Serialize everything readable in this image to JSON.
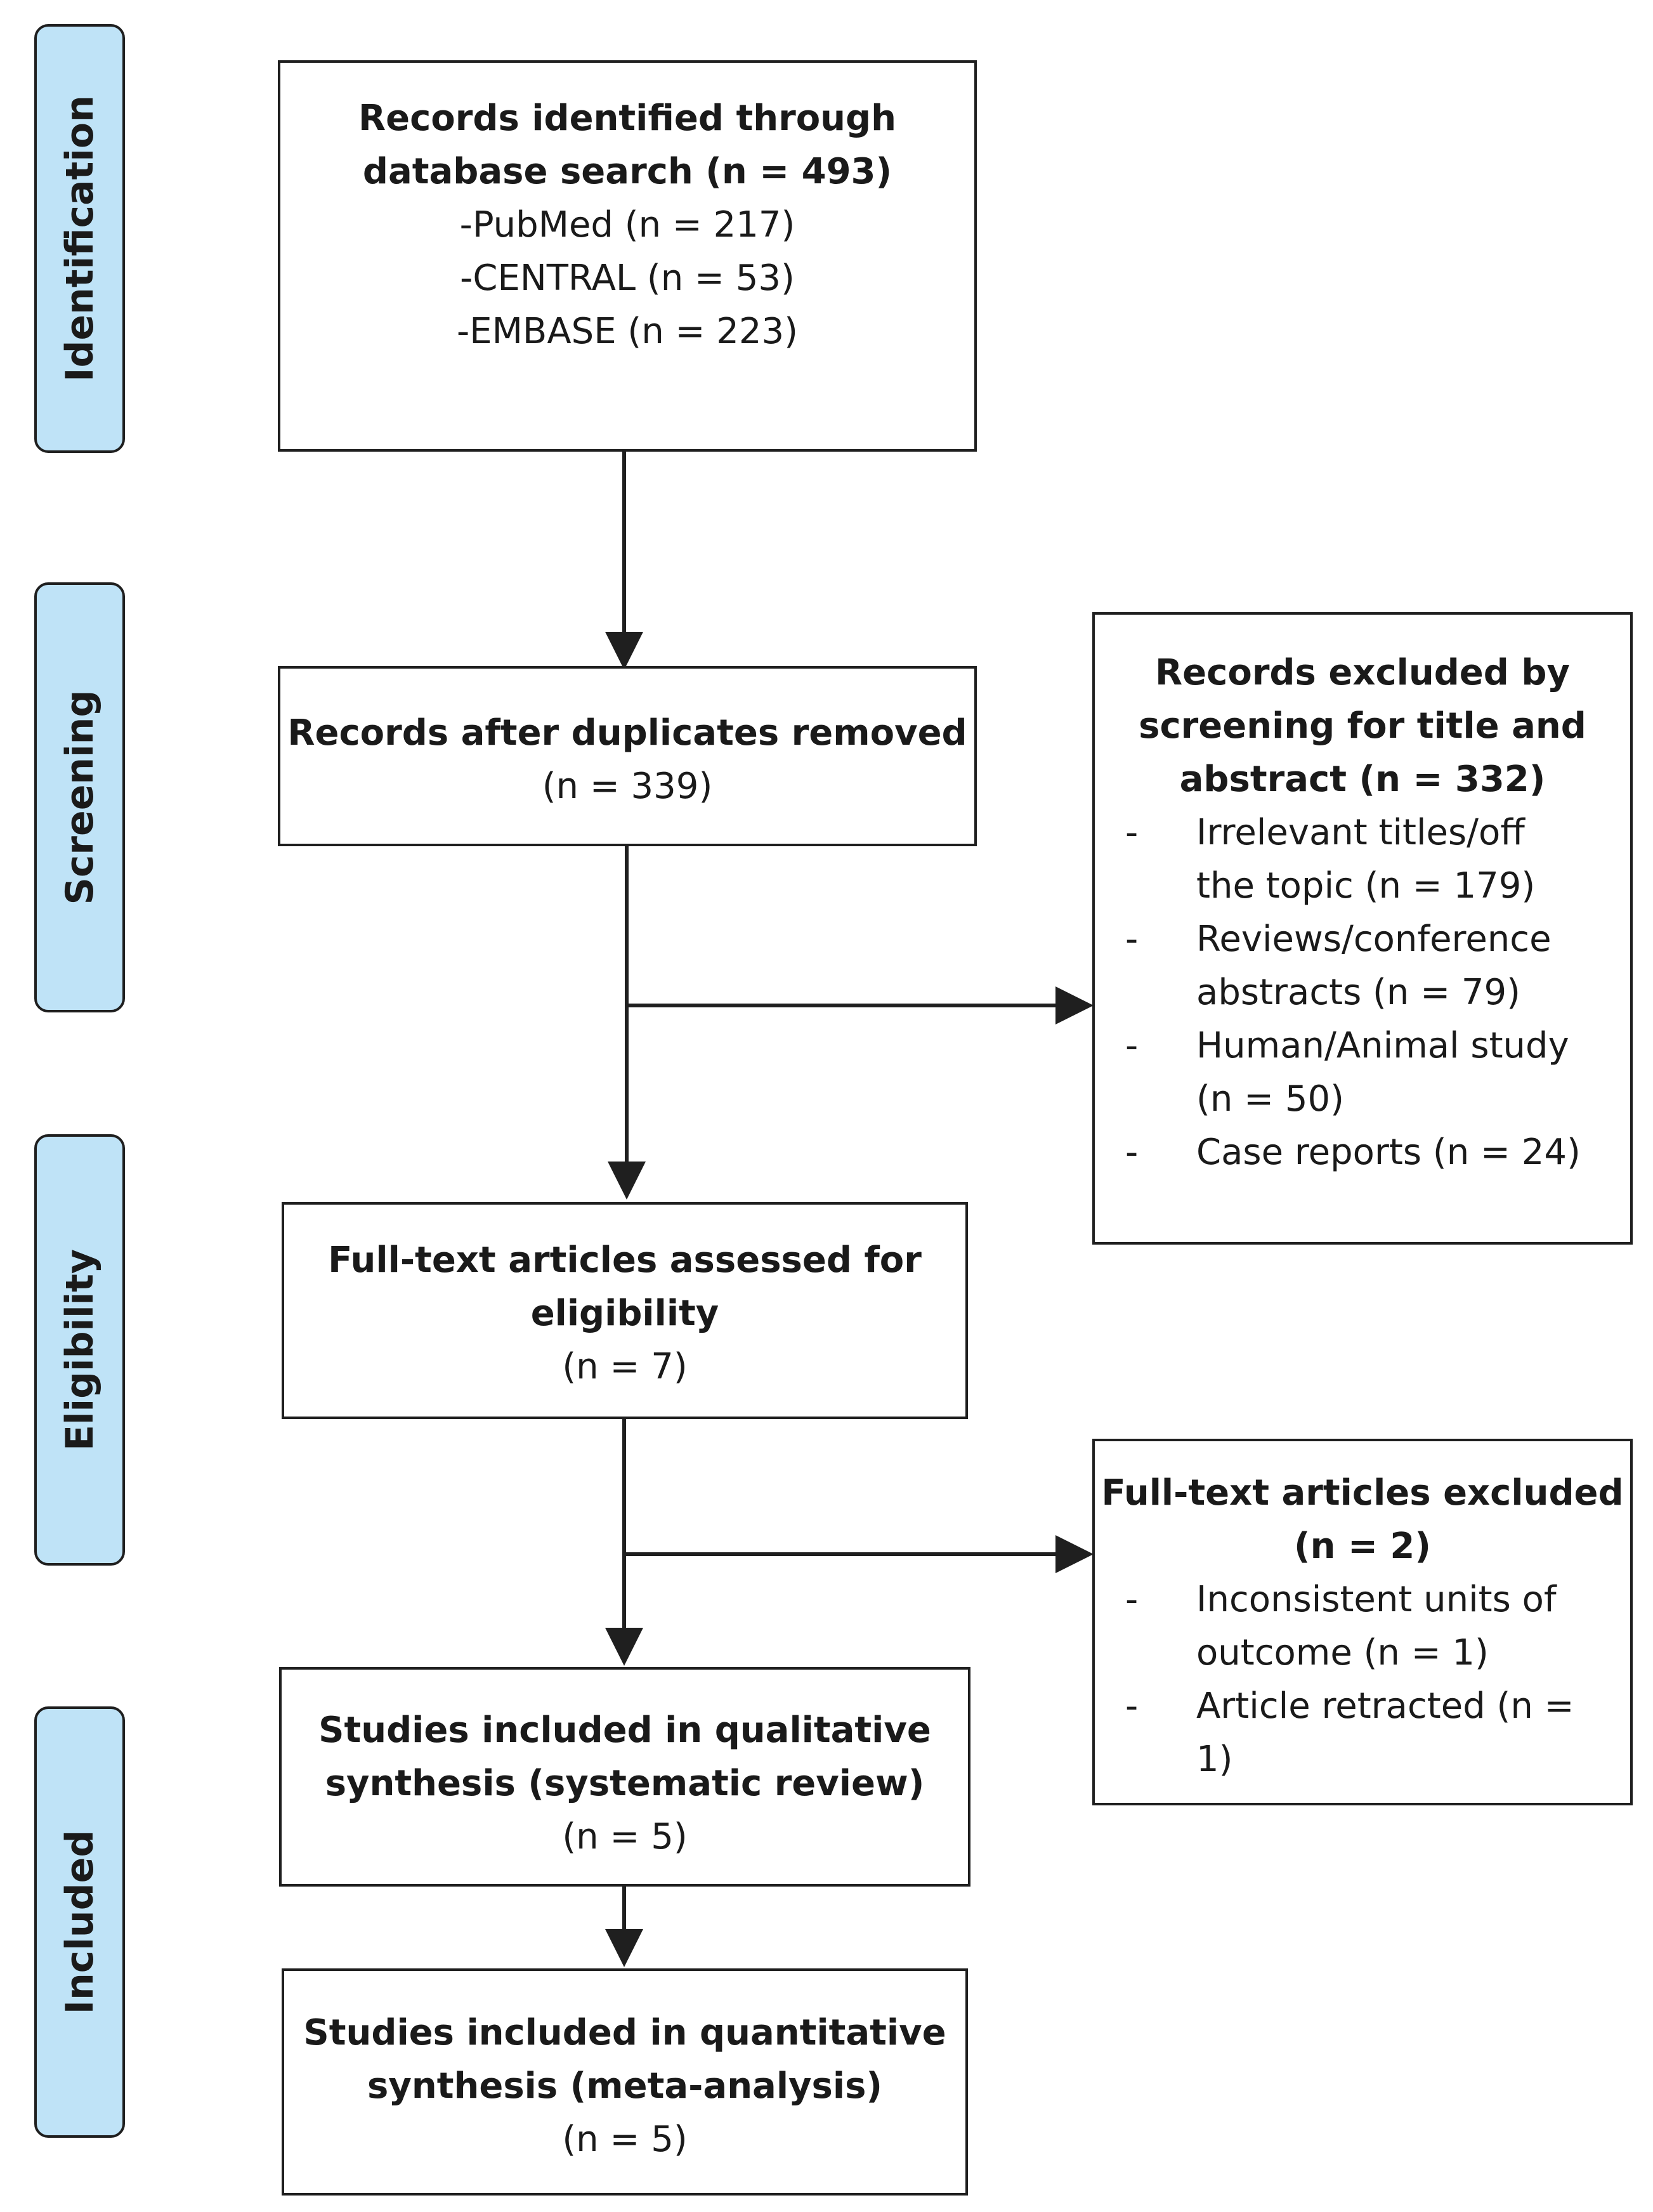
{
  "phases": {
    "identification": "Identification",
    "screening": "Screening",
    "eligibility": "Eligibility",
    "included": "Included"
  },
  "boxes": {
    "identified": {
      "bold": [
        "Records identified through",
        "database search (n = 493)"
      ],
      "lines": [
        "-PubMed (n = 217)",
        "-CENTRAL (n = 53)",
        "-EMBASE (n = 223)"
      ]
    },
    "after_duplicates": {
      "bold": [
        "Records after duplicates removed"
      ],
      "lines": [
        "(n = 339)"
      ]
    },
    "full_text_assessed": {
      "bold": [
        "Full-text articles assessed for",
        "eligibility"
      ],
      "lines": [
        "(n = 7)"
      ]
    },
    "qualitative": {
      "bold": [
        "Studies included in qualitative",
        "synthesis (systematic review)"
      ],
      "lines": [
        "(n = 5)"
      ]
    },
    "quantitative": {
      "bold": [
        "Studies included in quantitative",
        "synthesis (meta-analysis)"
      ],
      "lines": [
        "(n = 5)"
      ]
    }
  },
  "exclusions": {
    "screening": {
      "head": [
        "Records excluded by",
        "screening for title and",
        "abstract (n = 332)"
      ],
      "items": [
        [
          "Irrelevant titles/off",
          "the topic (n = 179)"
        ],
        [
          "Reviews/conference",
          "abstracts (n = 79)"
        ],
        [
          "Human/Animal study",
          "(n = 50)"
        ],
        [
          "Case reports (n = 24)"
        ]
      ]
    },
    "full_text": {
      "head": [
        "Full-text articles excluded",
        "(n = 2)"
      ],
      "items": [
        [
          "Inconsistent units of",
          "outcome (n = 1)"
        ],
        [
          "Article retracted (n =",
          "1)"
        ]
      ]
    }
  },
  "bullet": "-"
}
